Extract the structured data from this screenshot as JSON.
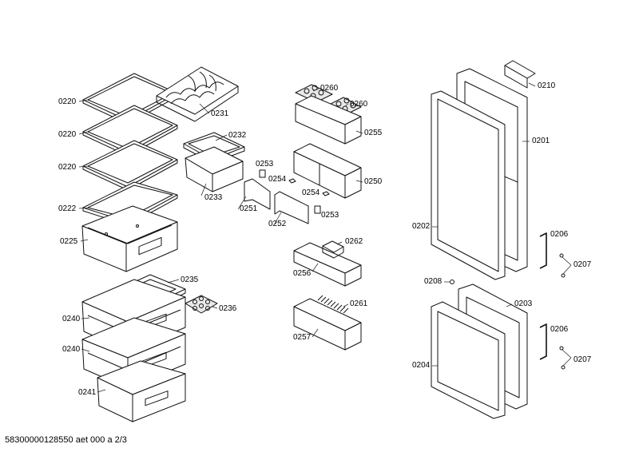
{
  "diagram": {
    "footer_text": "58300000128550 aet 000 a 2/3",
    "labels": {
      "l0220a": "0220",
      "l0220b": "0220",
      "l0220c": "0220",
      "l0222": "0222",
      "l0225": "0225",
      "l0231": "0231",
      "l0232": "0232",
      "l0233": "0233",
      "l0235": "0235",
      "l0236": "0236",
      "l0240a": "0240",
      "l0240b": "0240",
      "l0241": "0241",
      "l0260a": "0260",
      "l0260b": "0260",
      "l0255": "0255",
      "l0253a": "0253",
      "l0254a": "0254",
      "l0250": "0250",
      "l0254b": "0254",
      "l0251": "0251",
      "l0253b": "0253",
      "l0252": "0252",
      "l0262": "0262",
      "l0256": "0256",
      "l0261": "0261",
      "l0257": "0257",
      "l0210": "0210",
      "l0201": "0201",
      "l0202": "0202",
      "l0206a": "0206",
      "l0207a": "0207",
      "l0208": "0208",
      "l0203": "0203",
      "l0206b": "0206",
      "l0207b": "0207",
      "l0204": "0204"
    }
  }
}
